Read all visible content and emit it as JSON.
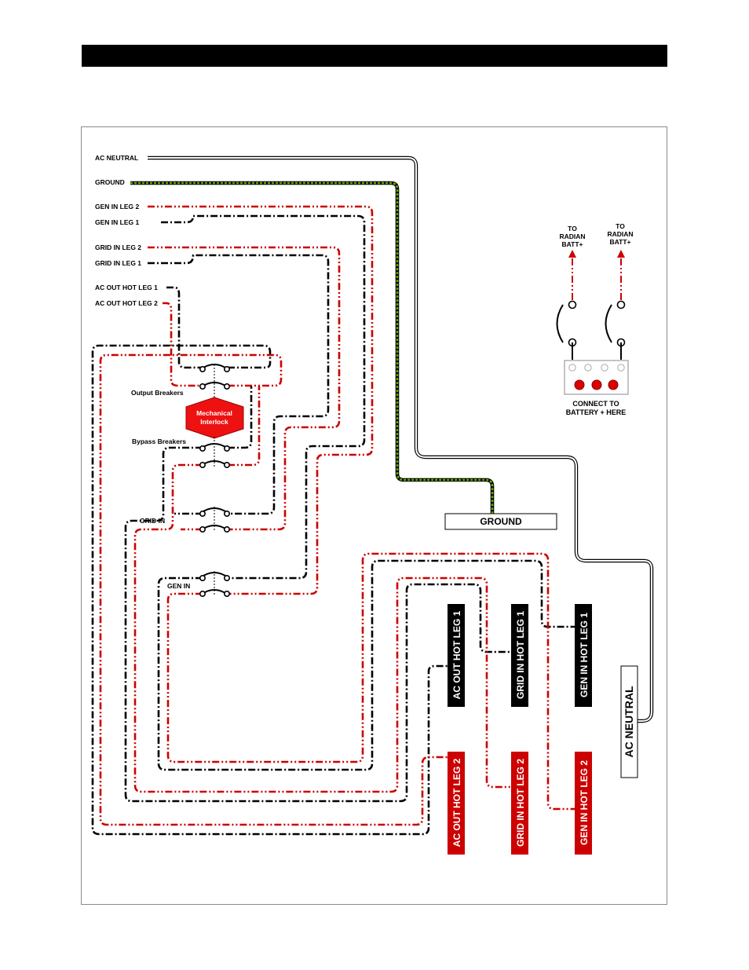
{
  "page": {
    "title_bar_text": ""
  },
  "left_labels": {
    "ac_neutral": "AC NEUTRAL",
    "ground": "GROUND",
    "gen_in_leg2": "GEN IN LEG 2",
    "gen_in_leg1": "GEN IN LEG 1",
    "grid_in_leg2": "GRID IN LEG 2",
    "grid_in_leg1": "GRID IN LEG 1",
    "ac_out_hot_leg1": "AC OUT HOT LEG 1",
    "ac_out_hot_leg2": "AC OUT HOT LEG 2"
  },
  "breakers": {
    "output": "Output Breakers",
    "bypass": "Bypass Breakers",
    "interlock_line1": "Mechanical",
    "interlock_line2": "Interlock",
    "grid_in": "GRID IN",
    "gen_in": "GEN IN"
  },
  "battery": {
    "to_radian_1": [
      "TO",
      "RADIAN",
      "BATT+"
    ],
    "to_radian_2": [
      "TO",
      "RADIAN",
      "BATT+"
    ],
    "connect_line1": "CONNECT TO",
    "connect_line2": "BATTERY + HERE"
  },
  "terminals": {
    "ground": "GROUND",
    "ac_out_hot_leg1": "AC OUT HOT LEG 1",
    "grid_in_hot_leg1": "GRID IN HOT LEG 1",
    "gen_in_hot_leg1": "GEN IN HOT LEG 1",
    "ac_out_hot_leg2": "AC OUT HOT LEG 2",
    "grid_in_hot_leg2": "GRID IN HOT LEG 2",
    "gen_in_hot_leg2": "GEN IN HOT LEG 2",
    "ac_neutral": "AC NEUTRAL"
  },
  "colors": {
    "leg1_wire": "#000000",
    "leg2_wire": "#cc0000",
    "ground_wire": "#66aa00",
    "interlock_fill": "#ee1111",
    "terminal_red": "#cc0000",
    "terminal_black": "#000000"
  }
}
